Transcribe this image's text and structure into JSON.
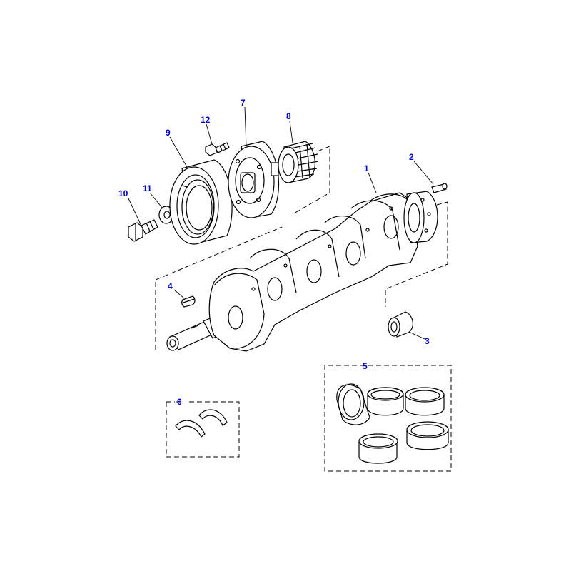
{
  "colors": {
    "callout": "#0000cc",
    "line": "#000000",
    "background": "#ffffff"
  },
  "callouts": [
    {
      "id": "1",
      "text": "1"
    },
    {
      "id": "2",
      "text": "2"
    },
    {
      "id": "3",
      "text": "3"
    },
    {
      "id": "4",
      "text": "4"
    },
    {
      "id": "5",
      "text": "5"
    },
    {
      "id": "6",
      "text": "6"
    },
    {
      "id": "7",
      "text": "7"
    },
    {
      "id": "8",
      "text": "8"
    },
    {
      "id": "9",
      "text": "9"
    },
    {
      "id": "10",
      "text": "10"
    },
    {
      "id": "11",
      "text": "11"
    },
    {
      "id": "12",
      "text": "12"
    }
  ]
}
